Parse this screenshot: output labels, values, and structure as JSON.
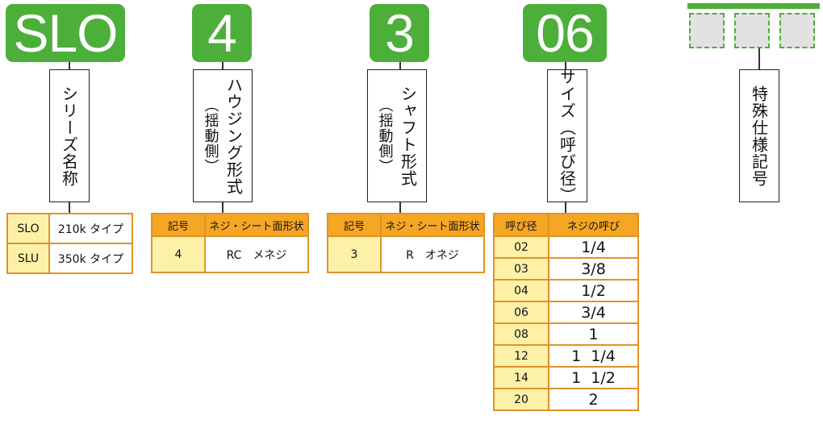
{
  "codes": {
    "series": "SLO",
    "housing": "4",
    "shaft": "3",
    "size": "06"
  },
  "labels": {
    "series": "シリーズ名称",
    "housing_main": "ハウジング形式",
    "housing_sub": "（揺動側）",
    "shaft_main": "シャフト形式",
    "shaft_sub": "（揺動側）",
    "size": "サイズ（呼び径）",
    "special": "特殊仕様記号"
  },
  "series_table": {
    "rows": [
      {
        "code": "SLO",
        "desc": "210k タイプ"
      },
      {
        "code": "SLU",
        "desc": "350k タイプ"
      }
    ]
  },
  "housing_table": {
    "headers": [
      "記号",
      "ネジ・シート面形状"
    ],
    "rows": [
      {
        "code": "4",
        "desc": "RC　メネジ"
      }
    ]
  },
  "shaft_table": {
    "headers": [
      "記号",
      "ネジ・シート面形状"
    ],
    "rows": [
      {
        "code": "3",
        "desc": "R　オネジ"
      }
    ]
  },
  "size_table": {
    "headers": [
      "呼び径",
      "ネジの呼び"
    ],
    "rows": [
      {
        "code": "02",
        "desc": "1/4"
      },
      {
        "code": "03",
        "desc": "3/8"
      },
      {
        "code": "04",
        "desc": "1/2"
      },
      {
        "code": "06",
        "desc": "3/4"
      },
      {
        "code": "08",
        "desc": "1"
      },
      {
        "code": "12",
        "desc": "1  1/4"
      },
      {
        "code": "14",
        "desc": "1  1/2"
      },
      {
        "code": "20",
        "desc": "2"
      }
    ]
  },
  "colors": {
    "code_bg": "#4caf3a",
    "header_bg": "#f5a623",
    "key_bg": "#fdf1a8",
    "border": "#e0922a"
  }
}
